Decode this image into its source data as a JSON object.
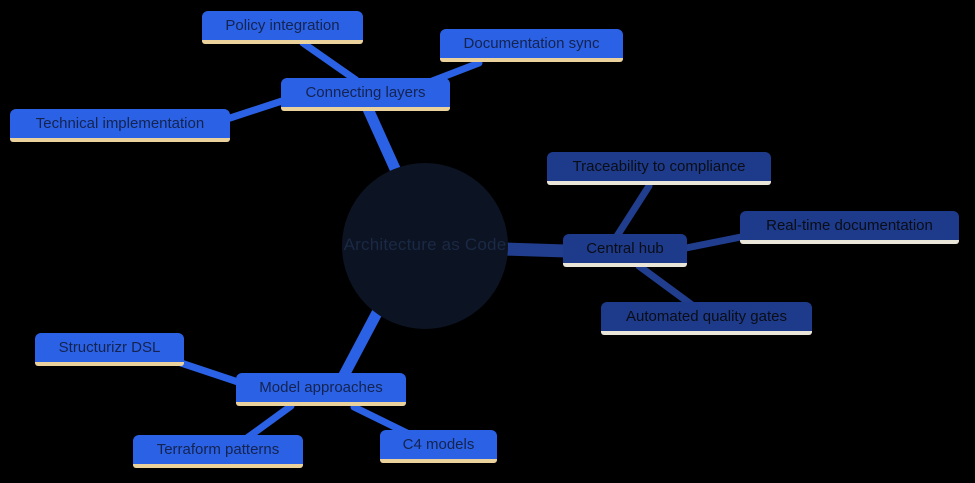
{
  "colors": {
    "bg": "#000000",
    "bright-blue": "#2b61e4",
    "bright-text": "#142350",
    "tan-underline": "#ebd29c",
    "navy": "#1e3a8a",
    "navy-text": "#0a0d16",
    "cream-underline": "#e9e5d9",
    "edge-navy": "#213d8e",
    "circle-fill": "#0c1322",
    "circle-text": "#1a2945"
  },
  "mindmap": {
    "root": {
      "label": "Architecture as Code"
    },
    "branches": [
      {
        "label": "Connecting layers",
        "children": [
          {
            "label": "Policy integration"
          },
          {
            "label": "Documentation sync"
          },
          {
            "label": "Technical implementation"
          }
        ]
      },
      {
        "label": "Central hub",
        "children": [
          {
            "label": "Traceability to compliance"
          },
          {
            "label": "Real-time documentation"
          },
          {
            "label": "Automated quality gates"
          }
        ]
      },
      {
        "label": "Model approaches",
        "children": [
          {
            "label": "Structurizr DSL"
          },
          {
            "label": "Terraform patterns"
          },
          {
            "label": "C4 models"
          }
        ]
      }
    ]
  }
}
